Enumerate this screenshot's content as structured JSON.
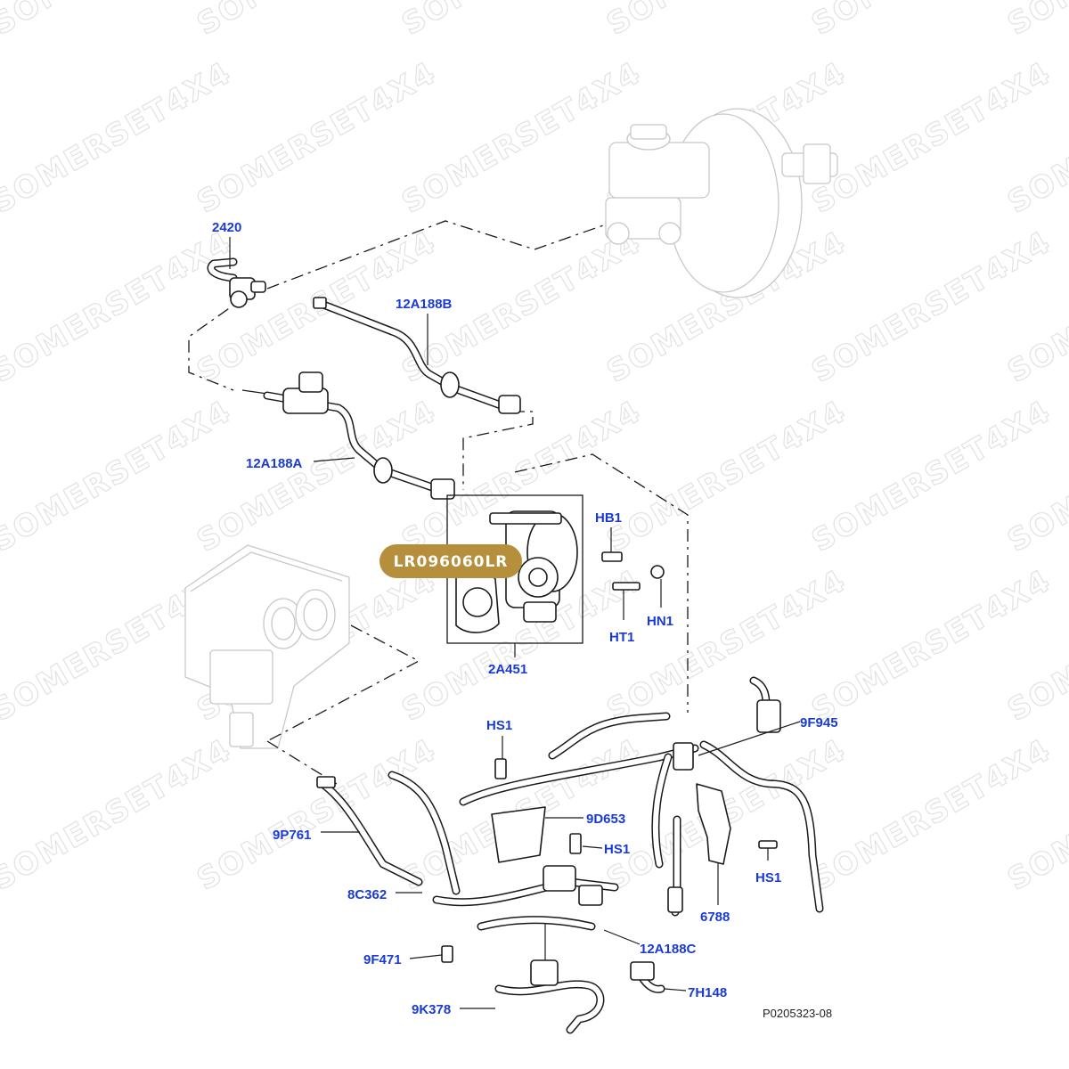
{
  "watermark": {
    "text": "SOMERSET4X4"
  },
  "badge": {
    "text": "LR096060LR",
    "fill": "#b68f3c"
  },
  "reference": {
    "text": "P0205323-08"
  },
  "callout_color": "#1a3ad6",
  "callouts": {
    "c2420": "2420",
    "c12A188B": "12A188B",
    "c12A188A": "12A188A",
    "cHB1": "HB1",
    "cHN1": "HN1",
    "cHT1": "HT1",
    "c2A451": "2A451",
    "cHS1a": "HS1",
    "c9F945": "9F945",
    "c9D653": "9D653",
    "cHS1b": "HS1",
    "cHS1c": "HS1",
    "c9P761": "9P761",
    "c8C362": "8C362",
    "c6788": "6788",
    "c12A188C": "12A188C",
    "c9F471": "9F471",
    "c7H148": "7H148",
    "c9K378": "9K378"
  }
}
